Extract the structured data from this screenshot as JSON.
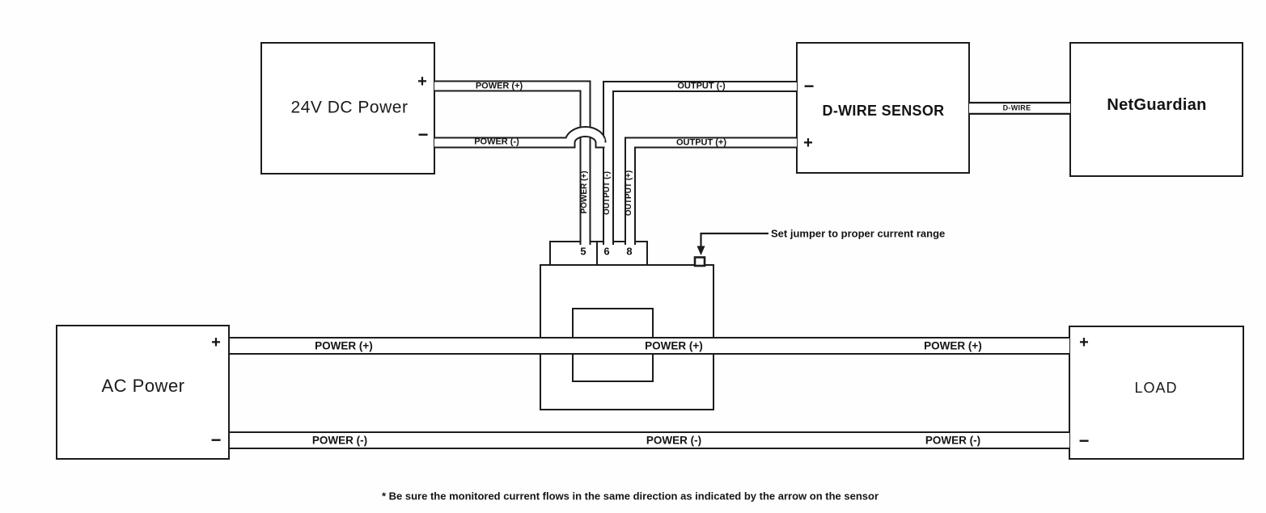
{
  "boxes": {
    "dc_power": {
      "label": "24V DC Power",
      "plus": "+",
      "minus": "−"
    },
    "dwire_sensor": {
      "label": "D-WIRE SENSOR",
      "plus": "+",
      "minus": "−"
    },
    "netguardian": {
      "label": "NetGuardian"
    },
    "ac_power": {
      "label": "AC Power",
      "plus": "+",
      "minus": "−"
    },
    "load": {
      "label": "LOAD",
      "plus": "+",
      "minus": "−"
    },
    "current_sensor": {
      "terminals": {
        "t5": "5",
        "t6": "6",
        "t8": "8"
      }
    }
  },
  "wire_labels": {
    "power_plus": "POWER (+)",
    "power_minus": "POWER (-)",
    "output_plus": "OUTPUT (+)",
    "output_minus": "OUTPUT (-)",
    "dwire": "D-WIRE"
  },
  "annotation": {
    "jumper": "Set jumper to proper current range"
  },
  "footnote": "* Be sure the monitored current flows in the same direction as indicated by the arrow on the sensor",
  "colors": {
    "line": "#1c1c1c",
    "background": "#ffffff"
  }
}
